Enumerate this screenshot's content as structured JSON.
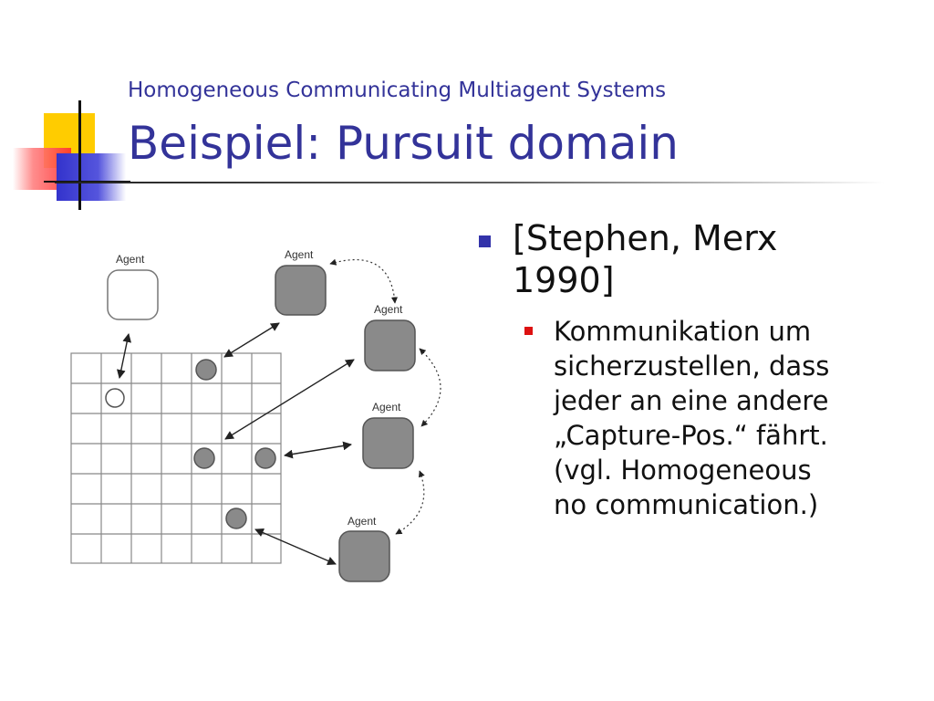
{
  "slide": {
    "subtitle": "Homogeneous Communicating Multiagent Systems",
    "title": "Beispiel: Pursuit domain"
  },
  "bullets": {
    "level1": [
      "[Stephen, Merx",
      "1990]"
    ],
    "level2": [
      "Kommunikation um",
      "sicherzustellen, dass",
      "jeder an eine andere",
      "„Capture-Pos.“ fährt.",
      "(vgl. Homogeneous",
      "no communication.)"
    ]
  },
  "diagram": {
    "agent_label": "Agent",
    "colors": {
      "predator_fill": "#8a8a8a",
      "prey_fill": "#ffffff",
      "grid_line": "#888888",
      "arrow": "#222222"
    }
  }
}
